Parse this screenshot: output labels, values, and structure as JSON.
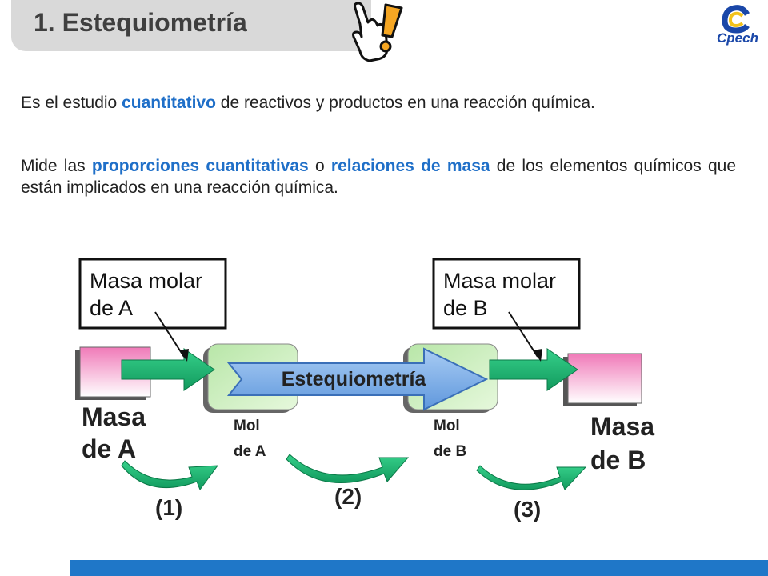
{
  "title": "1. Estequiometría",
  "logo_text": "Cpech",
  "paragraph1": {
    "before": "Es el estudio ",
    "highlight": "cuantitativo",
    "after": " de reactivos y productos en una reacción química."
  },
  "paragraph2": {
    "part1": "Mide las ",
    "highlight1": "proporciones cuantitativas",
    "part2": " o ",
    "highlight2": "relaciones de masa",
    "part3": " de los elementos químicos que están implicados en una reacción química."
  },
  "diagram": {
    "callout_a_line1": "Masa molar",
    "callout_a_line2": "de A",
    "callout_b_line1": "Masa molar",
    "callout_b_line2": "de B",
    "center_label": "Estequiometría",
    "masa_a_line1": "Masa",
    "masa_a_line2": "de A",
    "mol_a_line1": "Mol",
    "mol_a_line2": "de A",
    "mol_b_line1": "Mol",
    "mol_b_line2": "de B",
    "masa_b_line1": "Masa",
    "masa_b_line2": "de B",
    "step1": "(1)",
    "step2": "(2)",
    "step3": "(3)"
  },
  "colors": {
    "highlight": "#1f6fc8",
    "arrow_green": "#1fb873",
    "box_pink": "#f07ab8",
    "box_green": "#cfeec0",
    "arrow_blue": "#7fb0ea",
    "footer": "#1f77c8"
  }
}
